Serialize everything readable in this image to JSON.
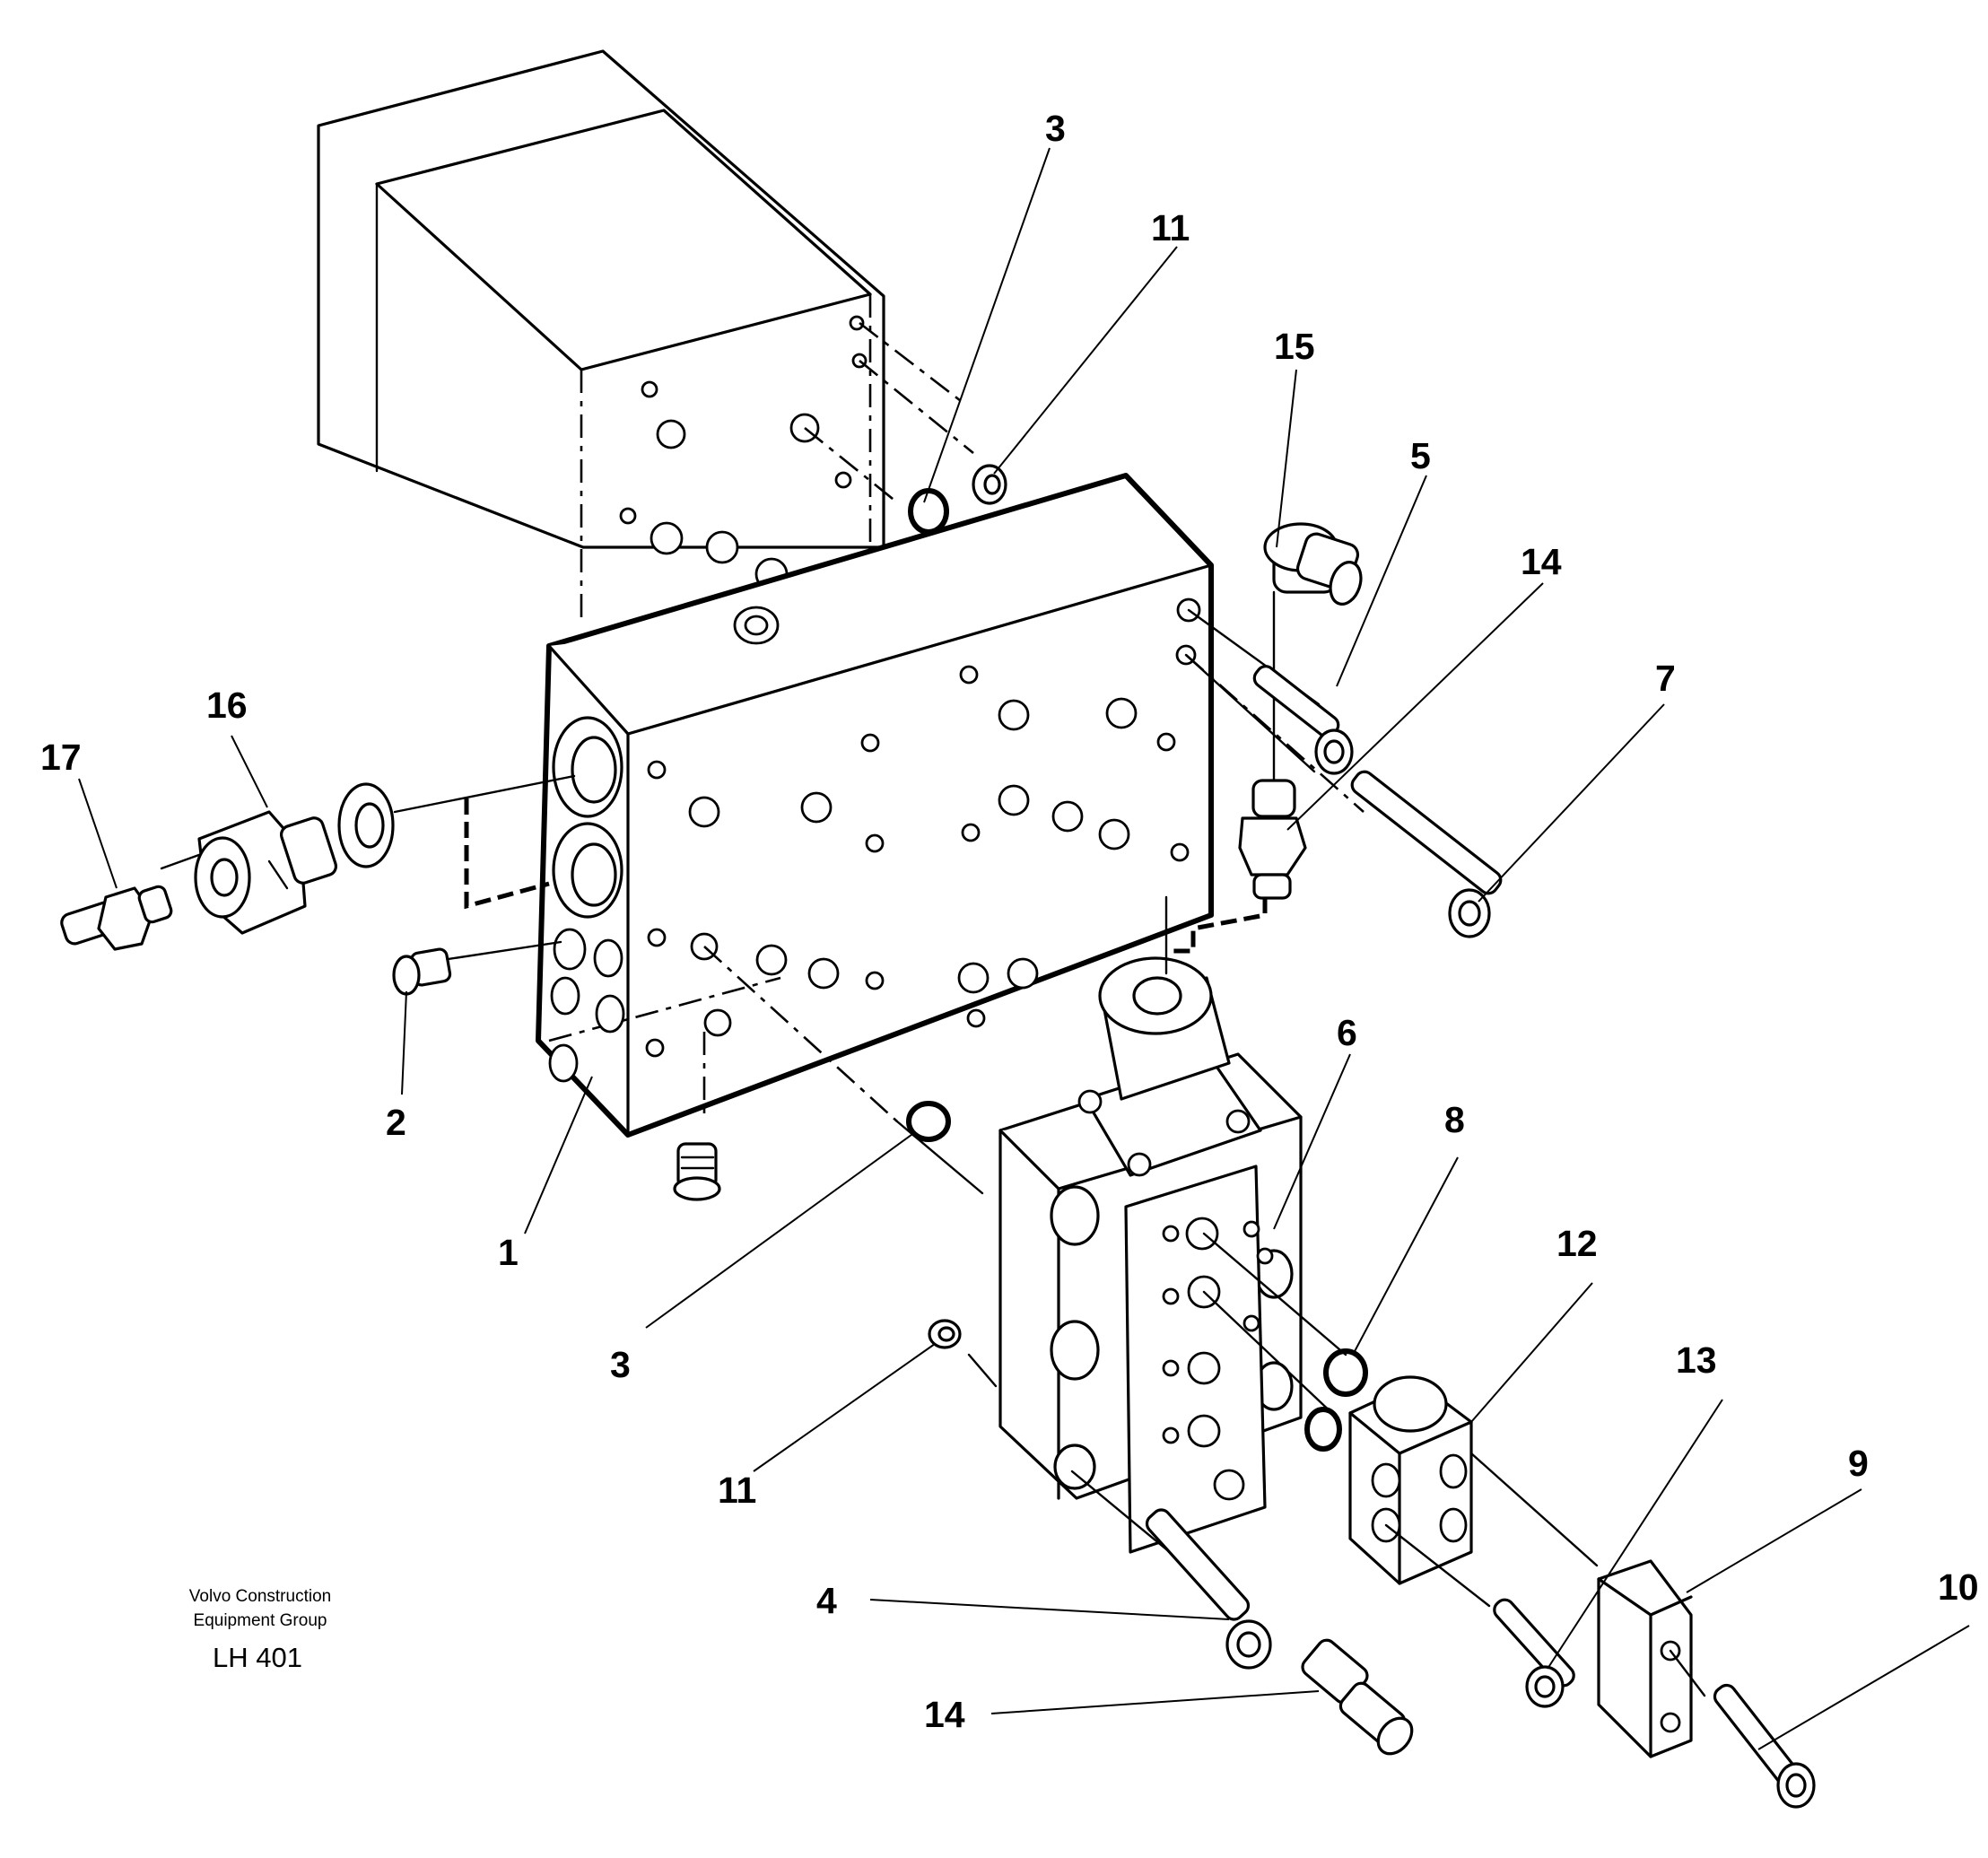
{
  "footer": {
    "company_line1": "Volvo Construction",
    "company_line2": "Equipment Group",
    "drawing_ref": "LH 401"
  },
  "callouts": [
    {
      "id": "c1",
      "text": "1"
    },
    {
      "id": "c2",
      "text": "2"
    },
    {
      "id": "c3a",
      "text": "3"
    },
    {
      "id": "c3b",
      "text": "3"
    },
    {
      "id": "c4",
      "text": "4"
    },
    {
      "id": "c5",
      "text": "5"
    },
    {
      "id": "c6",
      "text": "6"
    },
    {
      "id": "c7",
      "text": "7"
    },
    {
      "id": "c8",
      "text": "8"
    },
    {
      "id": "c9",
      "text": "9"
    },
    {
      "id": "c10",
      "text": "10"
    },
    {
      "id": "c11a",
      "text": "11"
    },
    {
      "id": "c11b",
      "text": "11"
    },
    {
      "id": "c12",
      "text": "12"
    },
    {
      "id": "c13",
      "text": "13"
    },
    {
      "id": "c14a",
      "text": "14"
    },
    {
      "id": "c14b",
      "text": "14"
    },
    {
      "id": "c15",
      "text": "15"
    },
    {
      "id": "c16",
      "text": "16"
    },
    {
      "id": "c17",
      "text": "17"
    }
  ]
}
